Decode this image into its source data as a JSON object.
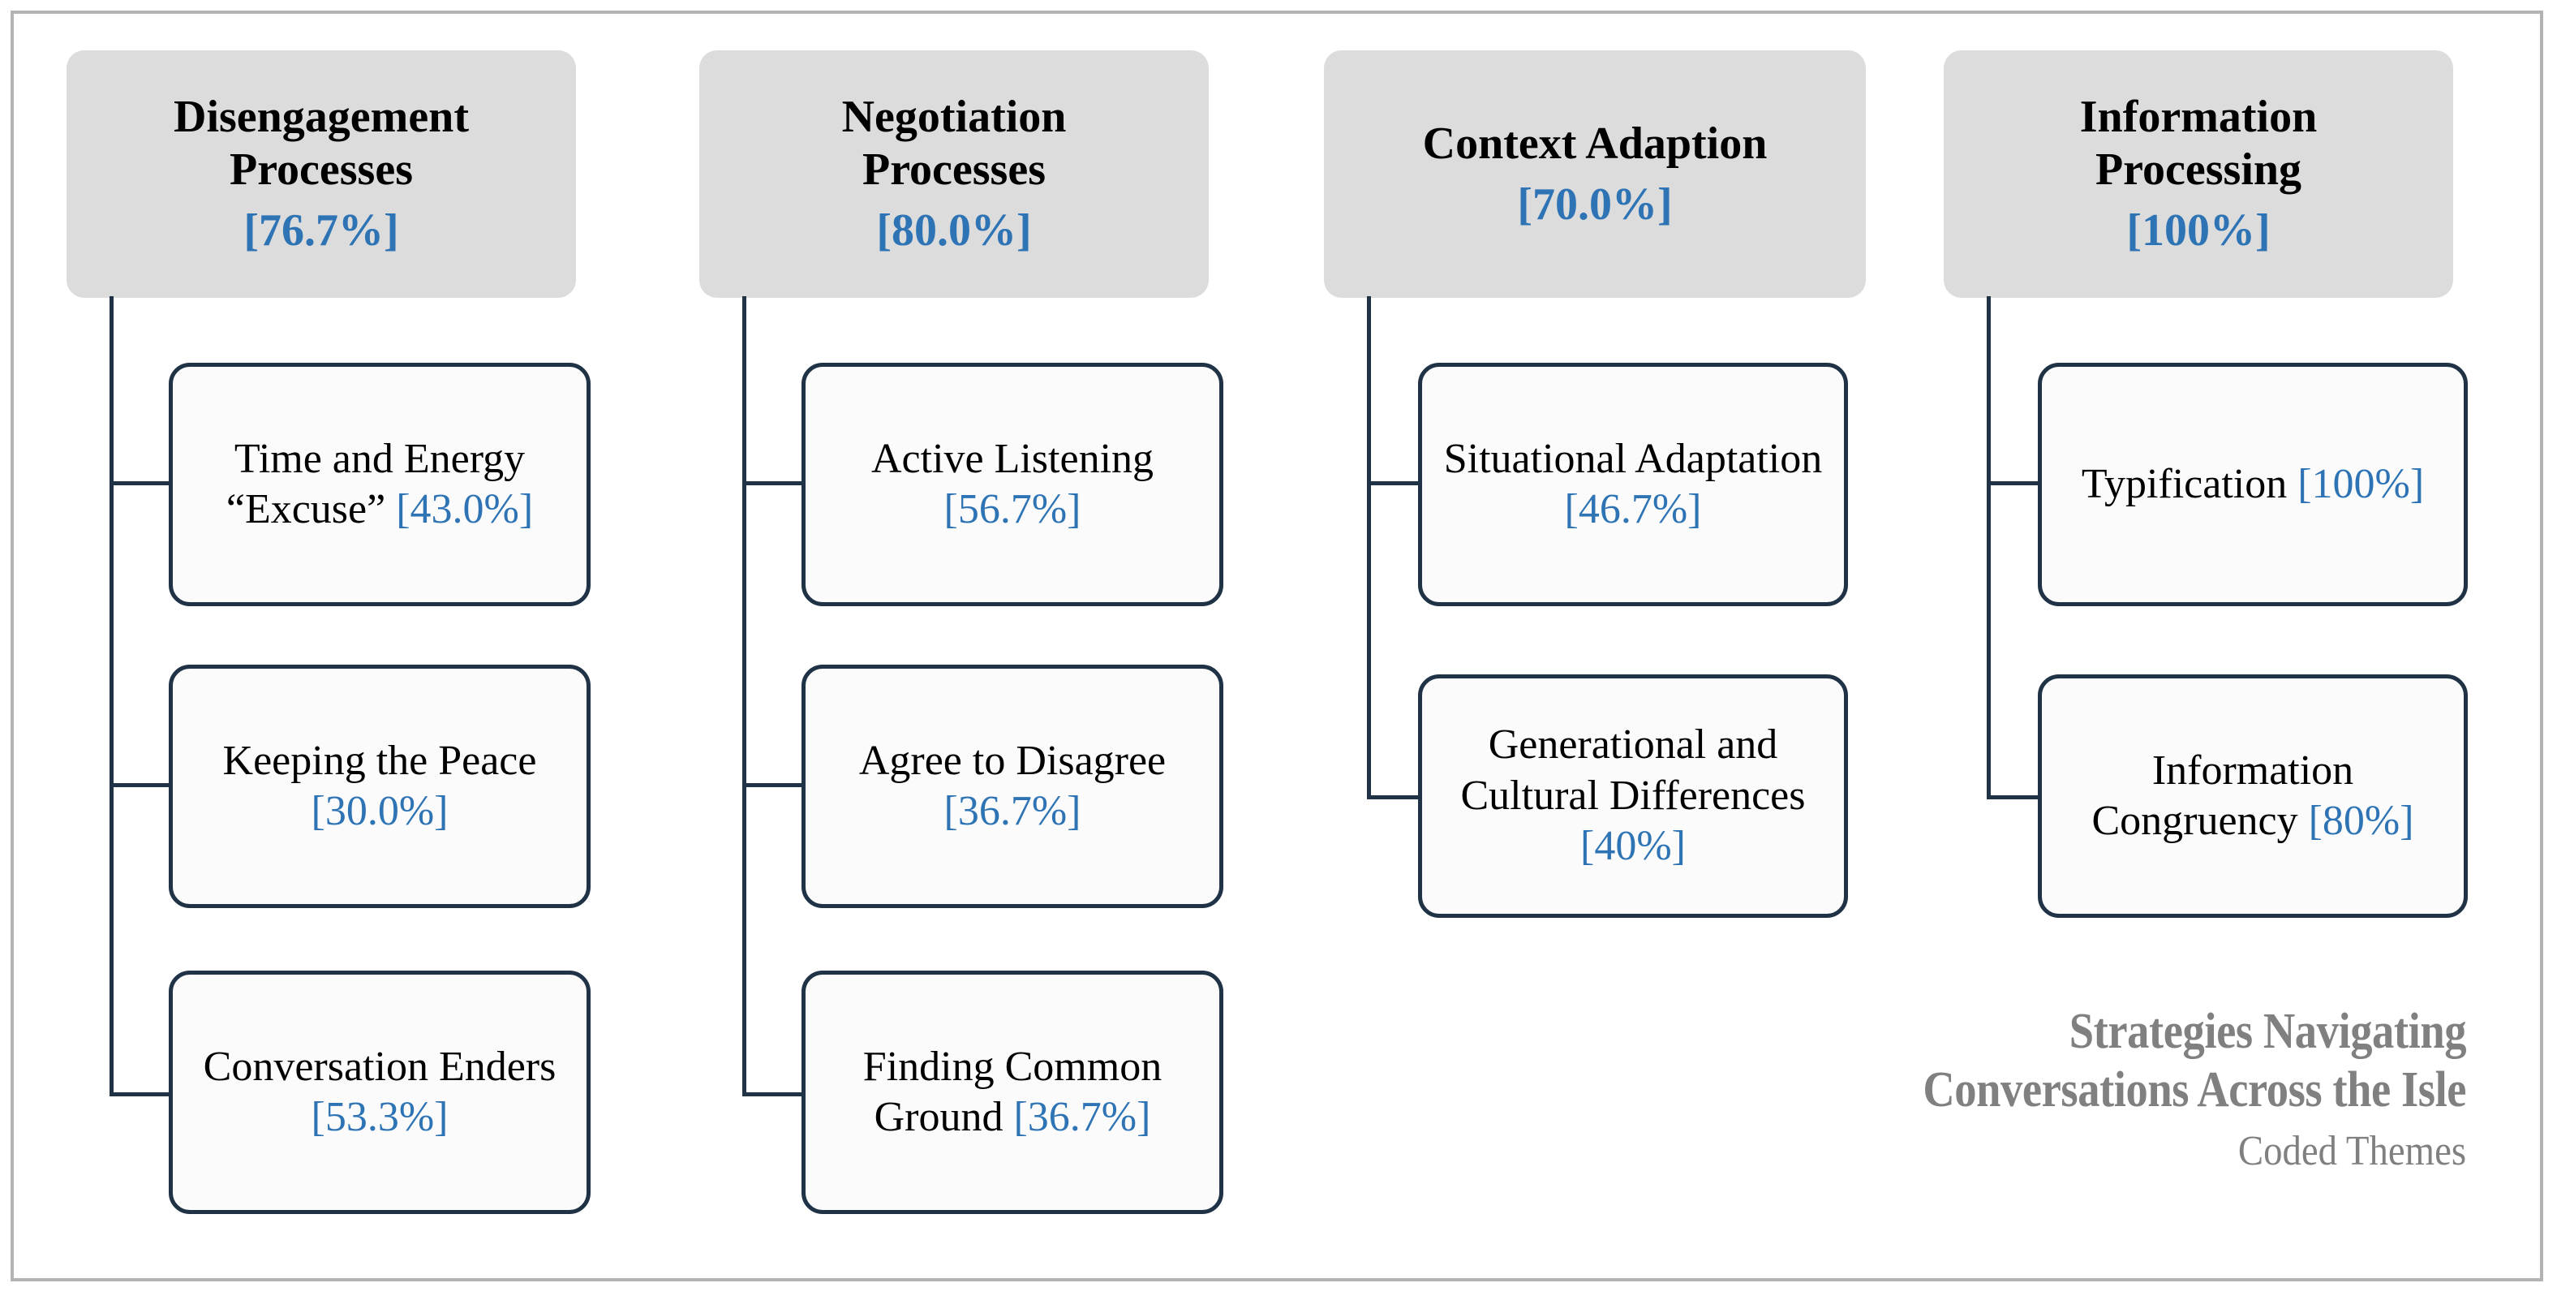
{
  "figure": {
    "caption_line1": "Strategies Navigating",
    "caption_line2": "Conversations Across the Isle",
    "caption_subtitle": "Coded Themes",
    "accent_color": "#2e74b5",
    "box_border_color": "#1f3246",
    "header_fill": "#dcdcdc",
    "frame_color": "#b3b3b3",
    "caption_color": "#808080"
  },
  "columns": [
    {
      "header": {
        "line1": "Disengagement",
        "line2": "Processes",
        "percent": "[76.7%]"
      },
      "children": [
        {
          "text": "Time and Energy “Excuse” ",
          "percent": "[43.0%]"
        },
        {
          "text": "Keeping the Peace ",
          "percent": "[30.0%]"
        },
        {
          "text": "Conversation Enders ",
          "percent": "[53.3%]"
        }
      ]
    },
    {
      "header": {
        "line1": "Negotiation",
        "line2": "Processes",
        "percent": "[80.0%]"
      },
      "children": [
        {
          "text": "Active Listening ",
          "percent": "[56.7%]"
        },
        {
          "text": "Agree to Disagree ",
          "percent": "[36.7%]"
        },
        {
          "text": "Finding Common Ground ",
          "percent": "[36.7%]"
        }
      ]
    },
    {
      "header": {
        "line1": "Context Adaption",
        "line2": "",
        "percent": "[70.0%]"
      },
      "children": [
        {
          "text": "Situational Adaptation ",
          "percent": "[46.7%]"
        },
        {
          "text": "Generational and Cultural Differences ",
          "percent": "[40%]"
        }
      ]
    },
    {
      "header": {
        "line1": "Information",
        "line2": "Processing",
        "percent": "[100%]"
      },
      "children": [
        {
          "text": "Typification ",
          "percent": "[100%]"
        },
        {
          "text": "Information Congruency ",
          "percent": "[80%]"
        }
      ]
    }
  ]
}
